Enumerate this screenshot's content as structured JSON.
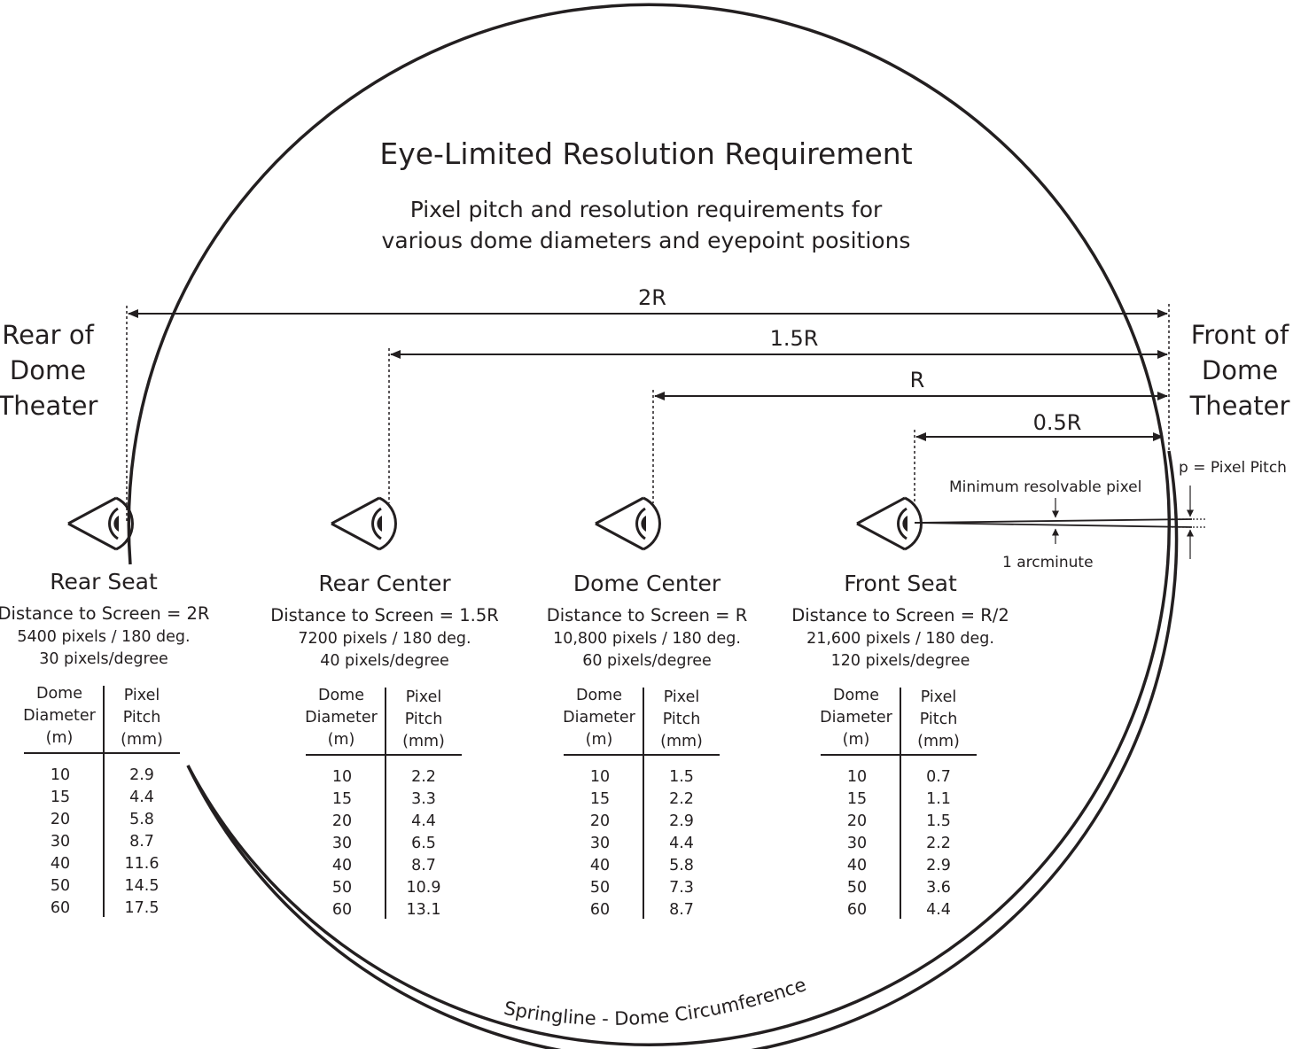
{
  "title": "Eye-Limited Resolution Requirement",
  "subtitle": {
    "line1": "Pixel pitch and resolution requirements for",
    "line2": "various dome diameters and eyepoint positions"
  },
  "rear_label": [
    "Rear of",
    "Dome",
    "Theater"
  ],
  "front_label": [
    "Front of",
    "Dome",
    "Theater"
  ],
  "distances": [
    "2R",
    "1.5R",
    "R",
    "0.5R"
  ],
  "pixel_pitch_label": "p = Pixel Pitch",
  "min_pixel_label": "Minimum resolvable pixel",
  "arcminute_label": "1 arcminute",
  "circumference_label": "Springline - Dome Circumference",
  "table_headers": {
    "col1": [
      "Dome",
      "Diameter",
      "(m)"
    ],
    "col2": [
      "Pixel",
      "Pitch",
      "(mm)"
    ]
  },
  "seats": [
    {
      "name": "Rear Seat",
      "distance": "Distance to Screen = 2R",
      "pixels": "5400 pixels / 180 deg.",
      "ppd": "30 pixels/degree",
      "rows": [
        [
          "10",
          "2.9"
        ],
        [
          "15",
          "4.4"
        ],
        [
          "20",
          "5.8"
        ],
        [
          "30",
          "8.7"
        ],
        [
          "40",
          "11.6"
        ],
        [
          "50",
          "14.5"
        ],
        [
          "60",
          "17.5"
        ]
      ]
    },
    {
      "name": "Rear Center",
      "distance": "Distance to Screen = 1.5R",
      "pixels": "7200 pixels / 180 deg.",
      "ppd": "40 pixels/degree",
      "rows": [
        [
          "10",
          "2.2"
        ],
        [
          "15",
          "3.3"
        ],
        [
          "20",
          "4.4"
        ],
        [
          "30",
          "6.5"
        ],
        [
          "40",
          "8.7"
        ],
        [
          "50",
          "10.9"
        ],
        [
          "60",
          "13.1"
        ]
      ]
    },
    {
      "name": "Dome Center",
      "distance": "Distance to Screen = R",
      "pixels": "10,800 pixels / 180 deg.",
      "ppd": "60 pixels/degree",
      "rows": [
        [
          "10",
          "1.5"
        ],
        [
          "15",
          "2.2"
        ],
        [
          "20",
          "2.9"
        ],
        [
          "30",
          "4.4"
        ],
        [
          "40",
          "5.8"
        ],
        [
          "50",
          "7.3"
        ],
        [
          "60",
          "8.7"
        ]
      ]
    },
    {
      "name": "Front Seat",
      "distance": "Distance to Screen = R/2",
      "pixels": "21,600 pixels / 180 deg.",
      "ppd": "120 pixels/degree",
      "rows": [
        [
          "10",
          "0.7"
        ],
        [
          "15",
          "1.1"
        ],
        [
          "20",
          "1.5"
        ],
        [
          "30",
          "2.2"
        ],
        [
          "40",
          "2.9"
        ],
        [
          "50",
          "3.6"
        ],
        [
          "60",
          "4.4"
        ]
      ]
    }
  ],
  "colors": {
    "ink": "#231f20",
    "background": "#ffffff"
  }
}
